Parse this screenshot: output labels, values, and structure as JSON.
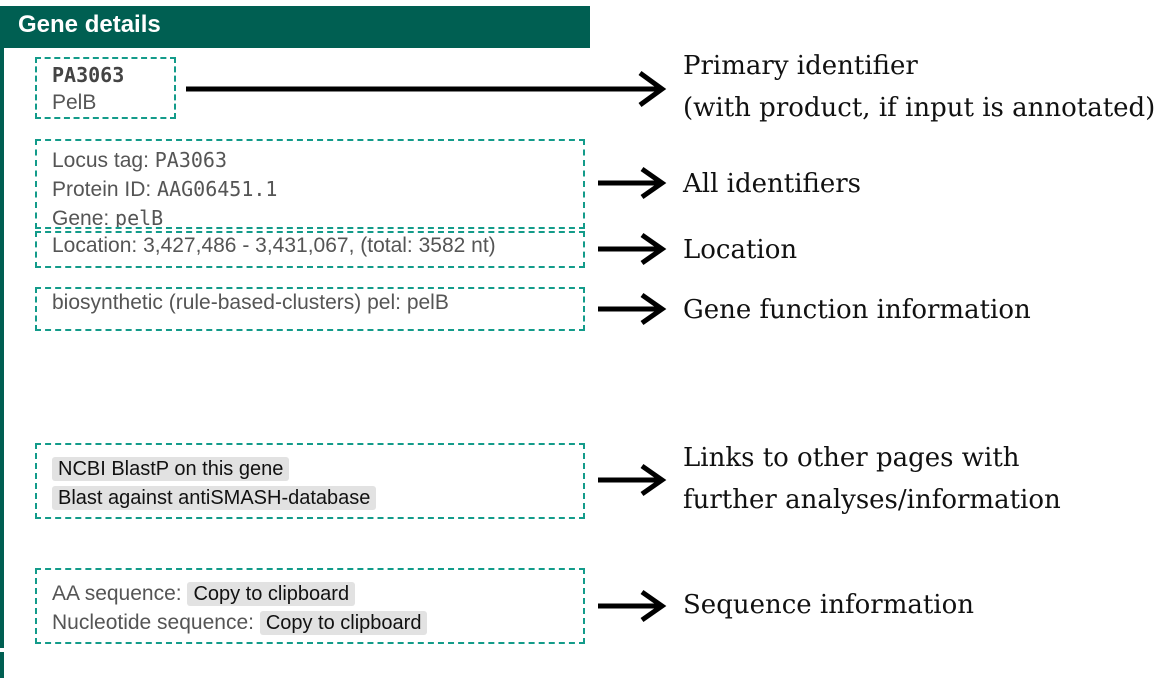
{
  "header": {
    "title": "Gene details"
  },
  "primary": {
    "id": "PA3063",
    "product": "PelB"
  },
  "identifiers": {
    "locus_label": "Locus tag: ",
    "locus_value": "PA3063",
    "protein_label": "Protein ID: ",
    "protein_value": "AAG06451.1",
    "gene_label": "Gene: ",
    "gene_value": "pelB"
  },
  "location": {
    "text": "Location: 3,427,486 - 3,431,067, (total: 3582 nt)"
  },
  "function": {
    "text": "biosynthetic (rule-based-clusters) pel: pelB"
  },
  "links": {
    "blastp": "NCBI BlastP on this gene",
    "antismash": "Blast against antiSMASH-database"
  },
  "sequence": {
    "aa_label": "AA sequence: ",
    "nt_label": "Nucleotide sequence: ",
    "copy_label": "Copy to clipboard"
  },
  "annotations": {
    "primary_line1": "Primary identifier",
    "primary_line2": "(with product, if input is annotated)",
    "identifiers": "All identifiers",
    "location": "Location",
    "function": "Gene function information",
    "links_line1": "Links to other pages with",
    "links_line2": "further analyses/information",
    "sequence": "Sequence information"
  },
  "colors": {
    "header_bg": "#005f52",
    "dashed_border": "#139b8a",
    "button_bg": "#e2e2e2"
  }
}
